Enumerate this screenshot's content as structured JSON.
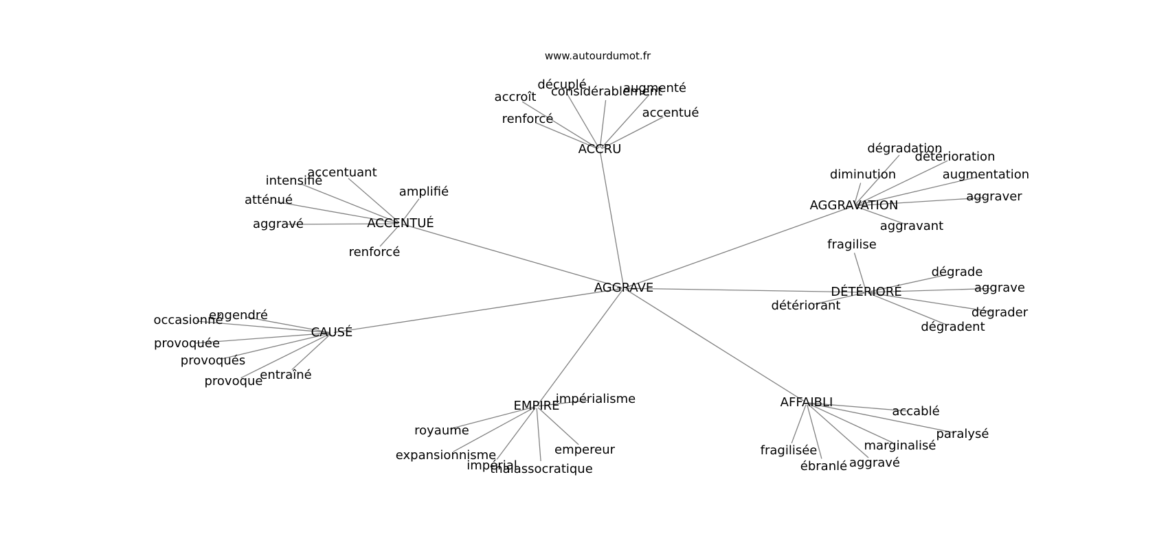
{
  "site": "www.autourdumot.fr",
  "center": "AGGRAVE",
  "clusters": [
    {
      "hub": "ACCRU",
      "leaves": [
        "décuplé",
        "considérablement",
        "augmenté",
        "accroît",
        "accentué",
        "renforcé"
      ]
    },
    {
      "hub": "ACCENTUÉ",
      "leaves": [
        "accentuant",
        "intensifié",
        "amplifié",
        "atténué",
        "aggravé",
        "renforcé"
      ]
    },
    {
      "hub": "AGGRAVATION",
      "leaves": [
        "dégradation",
        "détérioration",
        "diminution",
        "augmentation",
        "aggraver",
        "aggravant"
      ]
    },
    {
      "hub": "DÉTÉRIORÉ",
      "leaves": [
        "fragilise",
        "dégrade",
        "aggrave",
        "détériorant",
        "dégrader",
        "dégradent"
      ]
    },
    {
      "hub": "CAUSÉ",
      "leaves": [
        "engendré",
        "occasionné",
        "provoquée",
        "provoqués",
        "entraîné",
        "provoque"
      ]
    },
    {
      "hub": "EMPIRE",
      "leaves": [
        "impérialisme",
        "royaume",
        "empereur",
        "expansionnisme",
        "impérial",
        "thalassocratique"
      ]
    },
    {
      "hub": "AFFAIBLI",
      "leaves": [
        "accablé",
        "paralysé",
        "marginalisé",
        "fragilisée",
        "aggravé",
        "ébranlé"
      ]
    }
  ]
}
